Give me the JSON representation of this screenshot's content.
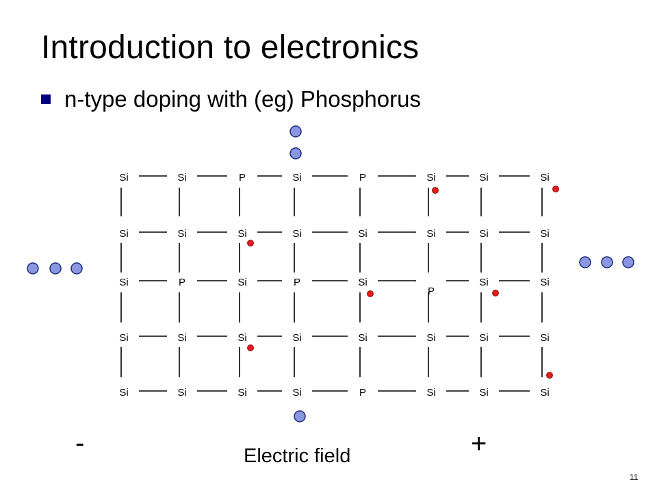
{
  "title": "Introduction to electronics",
  "bullet": "n-type doping with (eg) Phosphorus",
  "lattice": {
    "rows": [
      [
        "Si",
        "Si",
        "P",
        "Si",
        "P",
        "Si",
        "Si",
        "Si"
      ],
      [
        "Si",
        "Si",
        "Si",
        "Si",
        "Si",
        "Si",
        "Si",
        "Si"
      ],
      [
        "Si",
        "P",
        "Si",
        "P",
        "Si",
        "P",
        "Si",
        "Si"
      ],
      [
        "Si",
        "Si",
        "Si",
        "Si",
        "Si",
        "Si",
        "Si",
        "Si"
      ],
      [
        "Si",
        "Si",
        "Si",
        "Si",
        "P",
        "Si",
        "Si",
        "Si"
      ]
    ]
  },
  "colors": {
    "electron_fill": "#8a97e0",
    "electron_stroke": "#1a2a7a",
    "hole_fill": "#e21b1b",
    "bullet": "#000080"
  },
  "minus_label": "-",
  "plus_label": "+",
  "field_label": "Electric field",
  "page_number": "11"
}
